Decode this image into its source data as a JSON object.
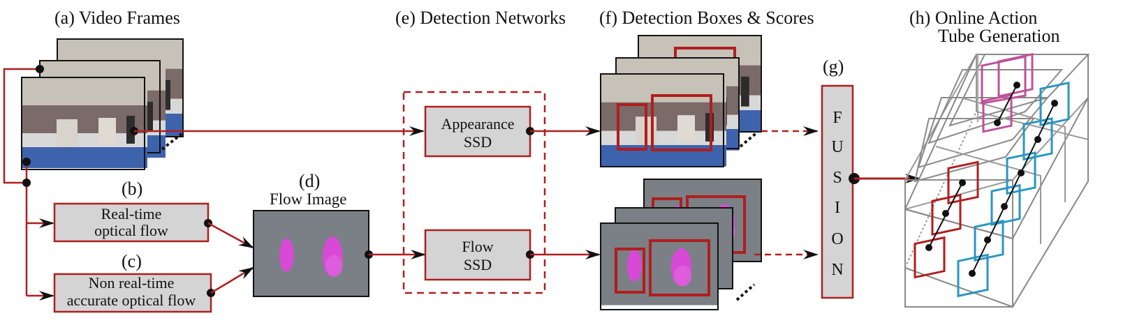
{
  "labels": {
    "a": "(a) Video Frames",
    "b": "(b)",
    "c": "(c)",
    "d": "(d)",
    "d_title": "Flow Image",
    "e": "(e) Detection Networks",
    "f": "(f) Detection Boxes & Scores",
    "g": "(g)",
    "h_line1": "(h)  Online Action",
    "h_line2": "Tube Generation"
  },
  "boxes": {
    "realtime_1": "Real-time",
    "realtime_2": "optical flow",
    "nonrealtime_1": "Non real-time",
    "nonrealtime_2": "accurate optical flow",
    "appearance_1": "Appearance",
    "appearance_2": "SSD",
    "flow_1": "Flow",
    "flow_2": "SSD"
  },
  "fusion_letters": [
    "F",
    "U",
    "S",
    "I",
    "O",
    "N"
  ],
  "colors": {
    "arrow_red": "#b01e1e",
    "box_fill": "#d4d4d4",
    "tube_magenta": "#c0509a",
    "tube_blue": "#2a96c0",
    "flow_gray": "#7a8085"
  }
}
